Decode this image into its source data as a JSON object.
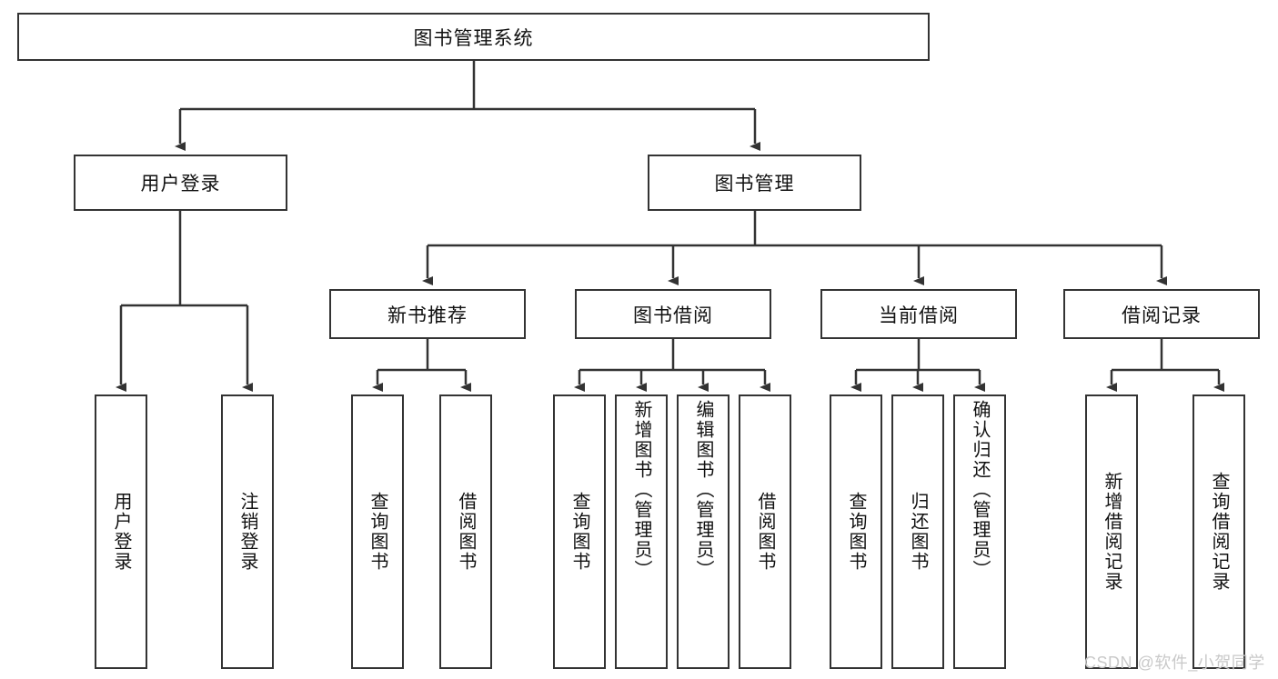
{
  "diagram": {
    "title": "图书管理系统",
    "type": "hierarchy-tree",
    "root": {
      "label": "图书管理系统"
    },
    "level2": [
      {
        "id": "user-login",
        "label": "用户登录"
      },
      {
        "id": "book-manage",
        "label": "图书管理"
      }
    ],
    "level3": [
      {
        "id": "new-book-recommend",
        "label": "新书推荐"
      },
      {
        "id": "book-borrow",
        "label": "图书借阅"
      },
      {
        "id": "current-borrow",
        "label": "当前借阅"
      },
      {
        "id": "borrow-record",
        "label": "借阅记录"
      }
    ],
    "leaves": {
      "user_login": [
        {
          "id": "leaf-user-login",
          "label": "用户登录"
        },
        {
          "id": "leaf-user-logout",
          "label": "注销登录"
        }
      ],
      "new_book_recommend": [
        {
          "id": "leaf-query-book-1",
          "label": "查询图书"
        },
        {
          "id": "leaf-borrow-book-1",
          "label": "借阅图书"
        }
      ],
      "book_borrow": [
        {
          "id": "leaf-query-book-2",
          "label": "查询图书"
        },
        {
          "id": "leaf-add-book",
          "label": "新增图书（管理员）"
        },
        {
          "id": "leaf-edit-book",
          "label": "编辑图书（管理员）"
        },
        {
          "id": "leaf-borrow-book-2",
          "label": "借阅图书"
        }
      ],
      "current_borrow": [
        {
          "id": "leaf-query-book-3",
          "label": "查询图书"
        },
        {
          "id": "leaf-return-book",
          "label": "归还图书"
        },
        {
          "id": "leaf-confirm-return",
          "label": "确认归还（管理员）"
        }
      ],
      "borrow_record": [
        {
          "id": "leaf-add-record",
          "label": "新增借阅记录"
        },
        {
          "id": "leaf-query-record",
          "label": "查询借阅记录"
        }
      ]
    },
    "watermark": "CSDN @软件_小贺同学",
    "colors": {
      "border": "#333333",
      "text": "#111111",
      "background": "#ffffff",
      "watermark": "#c9c9c9"
    }
  }
}
